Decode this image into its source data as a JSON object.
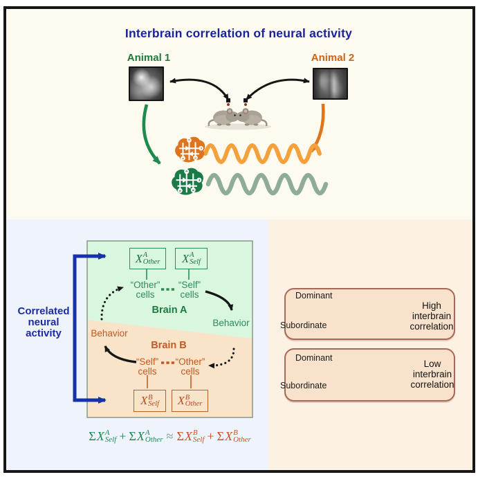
{
  "colors": {
    "navy_title": "#1B2398",
    "green_dark": "#1E7B44",
    "green_mid": "#2F8B57",
    "orange_label": "#C8651B",
    "orange_mid": "#C3561F",
    "brain_b_orange": "#C05A28",
    "blue_arrow": "#1632A8",
    "formula_green": "#178A52",
    "formula_orange": "#CC4E22",
    "wave_orange": "#F4A13B",
    "wave_green": "#8FAD96",
    "brain_icon_orange": "#DE741E",
    "brain_icon_green": "#1B7B46",
    "panel_blue": "#EFF4FC",
    "panel_peach": "#FCF1E2",
    "region_green": "#D9F6DF",
    "region_orange": "#F9E4C9",
    "card_fill": "#F8E2CB",
    "card_border": "#A5685A",
    "red_arrow": "#B02015"
  },
  "top": {
    "title": "Interbrain correlation of neural activity",
    "animal1_label": "Animal 1",
    "animal2_label": "Animal 2"
  },
  "left_panel": {
    "side_label": [
      "Correlated",
      "neural",
      "activity"
    ],
    "brain_a": {
      "label": "Brain A",
      "behavior_label": "Behavior",
      "other_cells": [
        "“Other”",
        "cells"
      ],
      "self_cells": [
        "“Self”",
        "cells"
      ],
      "box_other": {
        "base": "X",
        "sup": "A",
        "sub": "Other"
      },
      "box_self": {
        "base": "X",
        "sup": "A",
        "sub": "Self"
      }
    },
    "brain_b": {
      "label": "Brain B",
      "behavior_label": "Behavior",
      "self_cells": [
        "“Self”",
        "cells"
      ],
      "other_cells": [
        "“Other”",
        "cells"
      ],
      "box_self": {
        "base": "X",
        "sup": "B",
        "sub": "Self"
      },
      "box_other": {
        "base": "X",
        "sup": "B",
        "sub": "Other"
      }
    },
    "formula": {
      "sigma": "Σ",
      "plus": "+",
      "approx": "≈",
      "a_self": {
        "base": "X",
        "sup": "A",
        "sub": "Self"
      },
      "a_other": {
        "base": "X",
        "sup": "A",
        "sub": "Other"
      },
      "b_self": {
        "base": "X",
        "sup": "B",
        "sub": "Self"
      },
      "b_other": {
        "base": "X",
        "sup": "B",
        "sub": "Other"
      }
    }
  },
  "right_panel": {
    "cards": [
      {
        "y_top": "Dominant",
        "y_bottom": "Subordinate",
        "result": [
          "High",
          "interbrain",
          "correlation"
        ]
      },
      {
        "y_top": "Dominant",
        "y_bottom": "Subordinate",
        "result": [
          "Low",
          "interbrain",
          "correlation"
        ]
      }
    ]
  }
}
